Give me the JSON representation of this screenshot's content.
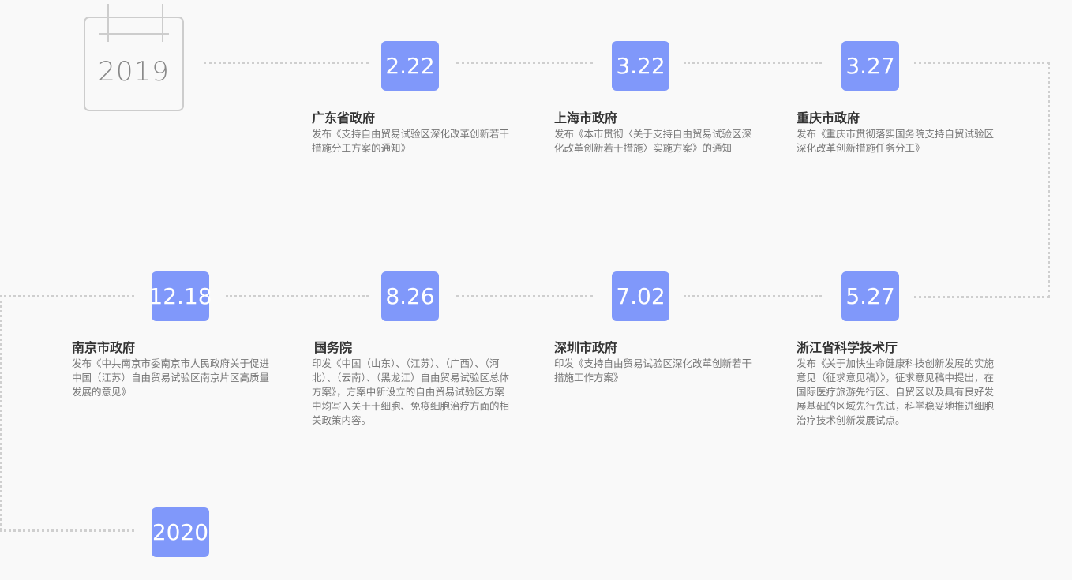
{
  "start_year": "2019",
  "end_year": "2020",
  "events": [
    {
      "date": "2.22",
      "title": "广东省政府",
      "desc": "发布《支持自由贸易试验区深化改革创新若干措施分工方案的通知》"
    },
    {
      "date": "3.22",
      "title": "上海市政府",
      "desc": "发布《本市贯彻〈关于支持自由贸易试验区深化改革创新若干措施〉实施方案》的通知"
    },
    {
      "date": "3.27",
      "title": "重庆市政府",
      "desc": "发布《重庆市贯彻落实国务院支持自贸试验区深化改革创新措施任务分工》"
    },
    {
      "date": "5.27",
      "title": "浙江省科学技术厅",
      "desc": "发布《关于加快生命健康科技创新发展的实施意见（征求意见稿）》，征求意见稿中提出，在国际医疗旅游先行区、自贸区以及具有良好发展基础的区域先行先试，科学稳妥地推进细胞治疗技术创新发展试点。"
    },
    {
      "date": "7.02",
      "title": "深圳市政府",
      "desc": "印发《支持自由贸易试验区深化改革创新若干措施工作方案》"
    },
    {
      "date": "8.26",
      "title": "国务院",
      "desc": "印发《中国（山东）、（江苏）、（广西）、（河北）、（云南）、（黑龙江）自由贸易试验区总体方案》，方案中新设立的自由贸易试验区方案中均写入关于干细胞、免疫细胞治疗方面的相关政策内容。"
    },
    {
      "date": "12.18",
      "title": "南京市政府",
      "desc": "发布《中共南京市委南京市人民政府关于促进中国（江苏）自由贸易试验区南京片区高质量发展的意见》"
    }
  ]
}
